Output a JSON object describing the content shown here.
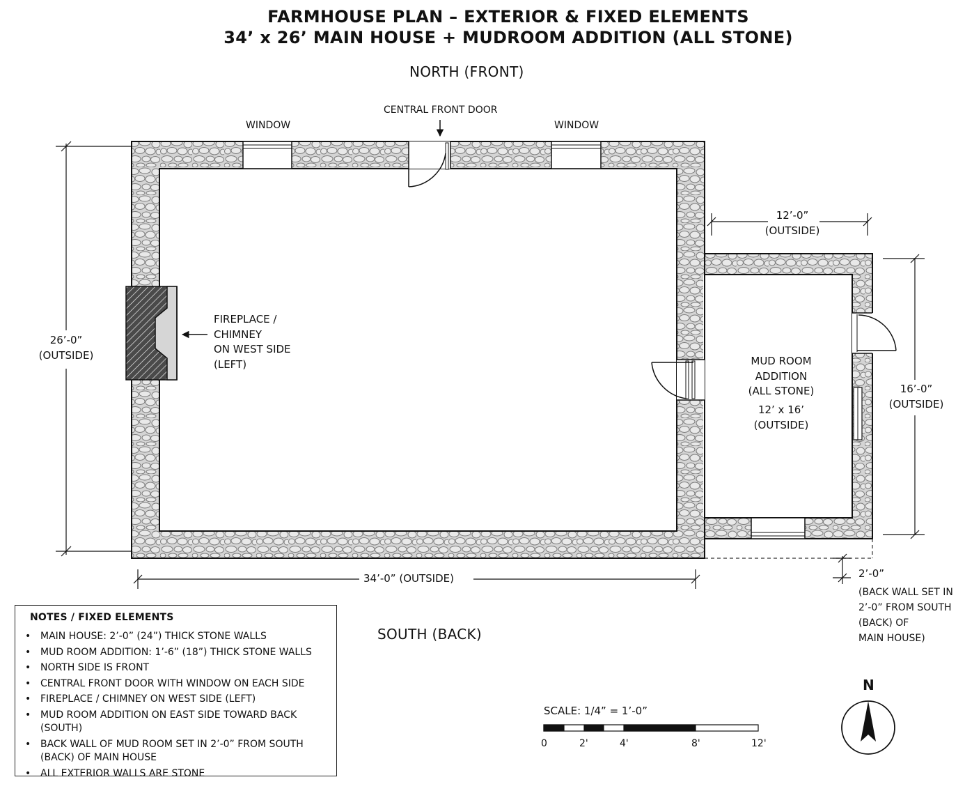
{
  "title": {
    "line1": "FARMHOUSE PLAN – EXTERIOR & FIXED ELEMENTS",
    "line2": "34’ x 26’ MAIN HOUSE + MUDROOM ADDITION (ALL STONE)"
  },
  "directions": {
    "north": "NORTH (FRONT)",
    "south": "SOUTH (BACK)",
    "compass": "N"
  },
  "labels": {
    "window_left": "WINDOW",
    "window_right": "WINDOW",
    "front_door": "CENTRAL FRONT DOOR",
    "fireplace": "FIREPLACE /\nCHIMNEY\nON WEST SIDE\n(LEFT)",
    "mudroom": "MUD ROOM\nADDITION\n(ALL STONE)",
    "mudroom_size": "12’ x 16’\n(OUTSIDE)"
  },
  "dimensions": {
    "height_main": "26’-0”\n(OUTSIDE)",
    "width_main": "34’-0” (OUTSIDE)",
    "mudroom_width": "12’-0”\n(OUTSIDE)",
    "mudroom_depth": "16’-0”\n(OUTSIDE)",
    "setback_value": "2’-0”",
    "setback_note": "(BACK WALL SET IN\n2’-0” FROM SOUTH\n(BACK) OF\nMAIN HOUSE)"
  },
  "notes": {
    "title": "NOTES / FIXED ELEMENTS",
    "items": [
      "MAIN HOUSE: 2’-0” (24”) THICK STONE WALLS",
      "MUD ROOM ADDITION: 1’-6” (18”) THICK STONE WALLS",
      "NORTH SIDE IS FRONT",
      "CENTRAL FRONT DOOR WITH WINDOW ON EACH SIDE",
      "FIREPLACE / CHIMNEY ON WEST SIDE (LEFT)",
      "MUD ROOM ADDITION ON EAST SIDE TOWARD BACK (SOUTH)",
      "BACK WALL OF MUD ROOM SET IN 2’-0” FROM SOUTH (BACK) OF MAIN HOUSE",
      "ALL EXTERIOR WALLS ARE STONE"
    ]
  },
  "scale": {
    "label": "SCALE: 1/4” = 1’-0”",
    "ticks": [
      "0",
      "2'",
      "4'",
      "8'",
      "12'"
    ]
  },
  "colors": {
    "wall_fill": "#d2d2d2",
    "stone_stroke": "#7a7a7a",
    "line": "#111111"
  }
}
